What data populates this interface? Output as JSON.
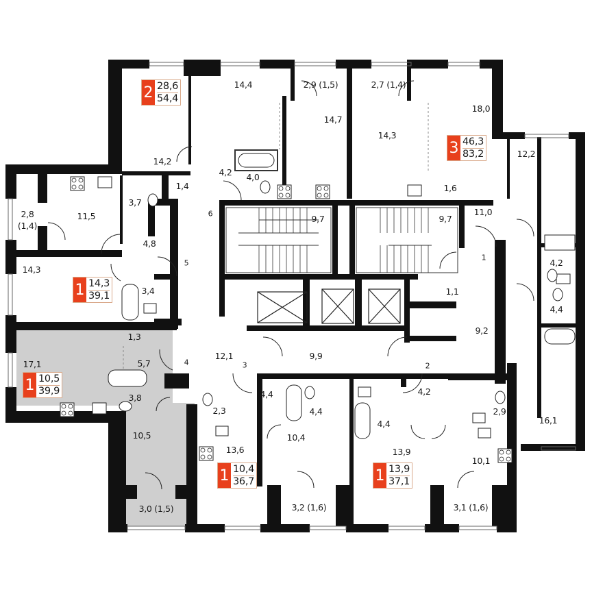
{
  "colors": {
    "wall": "#111111",
    "highlight_apartment": "#cfcfcf",
    "badge_accent": "#e8401c",
    "badge_border": "#d9a98a"
  },
  "apartments": [
    {
      "id": "apt-2room-top-left",
      "rooms": "2",
      "living_area": "28,6",
      "total_area": "54,4"
    },
    {
      "id": "apt-3room-top-right",
      "rooms": "3",
      "living_area": "46,3",
      "total_area": "83,2"
    },
    {
      "id": "apt-1room-left-upper",
      "rooms": "1",
      "living_area": "14,3",
      "total_area": "39,1"
    },
    {
      "id": "apt-1room-left-lower-highlighted",
      "rooms": "1",
      "living_area": "10,5",
      "total_area": "39,9"
    },
    {
      "id": "apt-1room-bottom-left",
      "rooms": "1",
      "living_area": "10,4",
      "total_area": "36,7"
    },
    {
      "id": "apt-1room-bottom-right",
      "rooms": "1",
      "living_area": "13,9",
      "total_area": "37,1"
    }
  ],
  "rooms": {
    "r_14_4": "14,4",
    "r_2_9_1_5": "2,9 (1,5)",
    "r_2_7_1_4": "2,7 (1,4)",
    "r_14_7": "14,7",
    "r_18_0": "18,0",
    "r_14_3_top": "14,3",
    "r_12_2": "12,2",
    "r_14_2": "14,2",
    "r_4_2_top": "4,2",
    "r_4_0": "4,0",
    "r_1_4": "1,4",
    "r_1_6": "1,6",
    "r_11_5": "11,5",
    "r_3_7": "3,7",
    "r_2_8": "2,8",
    "r_2_8_sub": "(1,4)",
    "r_4_8": "4,8",
    "r_14_3_left": "14,3",
    "r_3_4": "3,4",
    "r_9_7_a": "9,7",
    "r_9_7_b": "9,7",
    "r_11_0": "11,0",
    "r_1_1": "1,1",
    "r_9_2": "9,2",
    "r_4_2_right": "4,2",
    "r_4_4_right": "4,4",
    "r_16_1": "16,1",
    "r_1_3": "1,3",
    "r_5_7": "5,7",
    "r_17_1": "17,1",
    "r_3_8": "3,8",
    "r_10_5": "10,5",
    "r_3_0_1_5": "3,0 (1,5)",
    "r_12_1": "12,1",
    "r_9_9": "9,9",
    "r_4_4_a": "4,4",
    "r_4_4_b": "4,4",
    "r_4_4_c": "4,4",
    "r_4_2_bottom": "4,2",
    "r_2_3": "2,3",
    "r_2_9": "2,9",
    "r_13_6": "13,6",
    "r_10_4": "10,4",
    "r_13_9": "13,9",
    "r_10_1": "10,1",
    "r_3_2_1_6": "3,2 (1,6)",
    "r_3_1_1_6": "3,1 (1,6)"
  },
  "corridor_numbers": {
    "c1": "1",
    "c2": "2",
    "c3": "3",
    "c4": "4",
    "c5": "5",
    "c6": "6"
  },
  "icons": [
    "stove-icon",
    "sink-icon",
    "toilet-icon",
    "bathtub-icon",
    "elevator-icon",
    "stairs-icon",
    "door-swing-icon",
    "window-icon"
  ]
}
